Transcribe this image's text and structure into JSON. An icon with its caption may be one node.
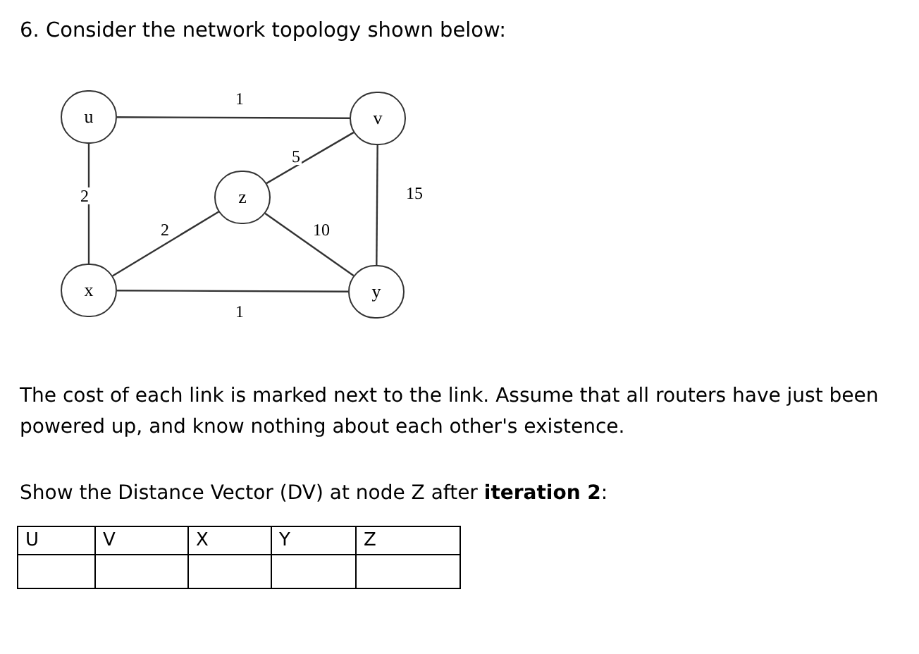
{
  "diagram": {
    "title": "6. Consider the network topology shown below:",
    "nodes": [
      {
        "text": [
          "u"
        ]
      },
      {
        "text": [
          "v"
        ]
      },
      {
        "text": [
          "z"
        ]
      },
      {
        "text": [
          "x"
        ]
      },
      {
        "text": [
          "y"
        ]
      }
    ],
    "edges": [
      {
        "from": 0,
        "to": 1,
        "arrow": "none",
        "label": "1"
      },
      {
        "from": 0,
        "to": 3,
        "arrow": "none",
        "label": "2"
      },
      {
        "from": 2,
        "to": 1,
        "arrow": "none",
        "label": "5"
      },
      {
        "from": 1,
        "to": 4,
        "arrow": "none",
        "label": "15"
      },
      {
        "from": 3,
        "to": 2,
        "arrow": "none",
        "label": "2"
      },
      {
        "from": 2,
        "to": 4,
        "arrow": "none",
        "label": "10"
      },
      {
        "from": 3,
        "to": 4,
        "arrow": "none",
        "label": "1"
      }
    ],
    "labels": [
      "The cost of each link is marked next to the link. Assume that all routers have just been powered up, and know nothing about each other's existence.",
      "Show the Distance Vector (DV) at node Z after **iteration 2**:",
      "U",
      "V",
      "X",
      "Y",
      "Z"
    ]
  }
}
